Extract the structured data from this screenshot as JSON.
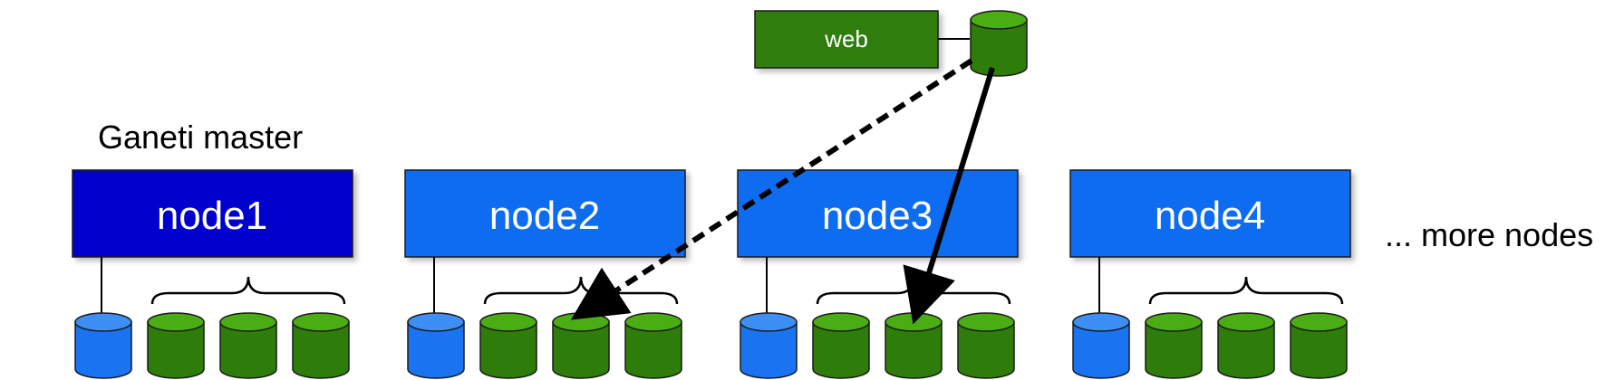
{
  "web": {
    "label": "web"
  },
  "master_label": "Ganeti master",
  "more_label": "... more nodes",
  "nodes": [
    {
      "label": "node1",
      "color": "#0000cc"
    },
    {
      "label": "node2",
      "color": "#0a6cf0"
    },
    {
      "label": "node3",
      "color": "#0a6cf0"
    },
    {
      "label": "node4",
      "color": "#0a6cf0"
    }
  ],
  "colors": {
    "web_box": "#2e7d0a",
    "disk_green_side": "#2e7d0a",
    "disk_green_top": "#4aad14",
    "disk_blue_side": "#1a73f0",
    "disk_blue_top": "#3d8ff5",
    "line": "#000000"
  }
}
